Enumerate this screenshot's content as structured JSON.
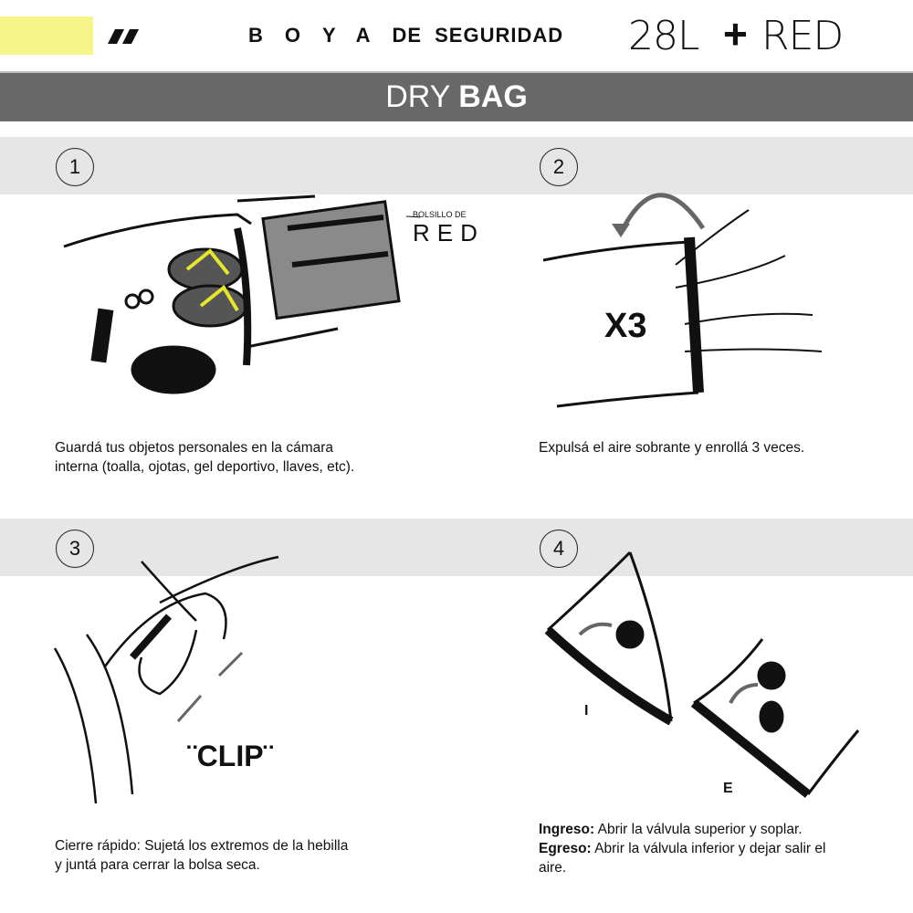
{
  "header": {
    "title_spaced": "BOYA",
    "title_de": "DE",
    "title_bold": "SEGURIDAD",
    "capacity": "28L",
    "plus": "+",
    "extra": "RED"
  },
  "banner": {
    "light": "DRY",
    "bold": "BAG"
  },
  "steps": [
    {
      "number": "1",
      "text": "Guardá tus objetos personales en la cámara interna (toalla, ojotas, gel deportivo, llaves, etc).",
      "callout_small": "BOLSILLO DE",
      "callout_large": "RED"
    },
    {
      "number": "2",
      "text": "Expulsá el aire sobrante y enrollá 3 veces.",
      "label": "X3"
    },
    {
      "number": "3",
      "text": "Cierre rápido:  Sujetá los extremos de la hebilla y juntá para cerrar la bolsa seca.",
      "label": "¨CLIP¨"
    },
    {
      "number": "4",
      "ingreso_label": "Ingreso:",
      "ingreso_text": " Abrir la válvula superior y soplar.",
      "egreso_label": "Egreso:",
      "egreso_text": " Abrir la válvula inferior y dejar salir el aire.",
      "label_i": "I",
      "label_e": "E"
    }
  ],
  "colors": {
    "accent": "#f6f58a",
    "banner": "#686868",
    "band": "#e6e6e6"
  }
}
